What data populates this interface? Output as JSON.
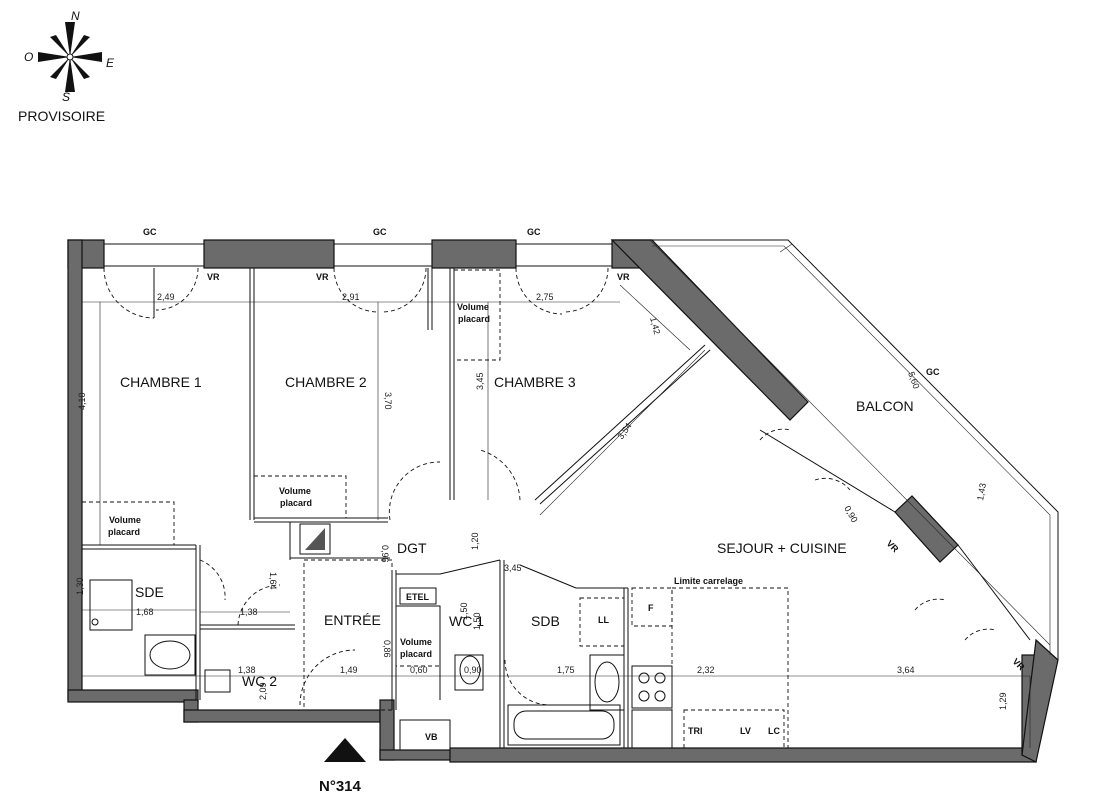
{
  "compass": {
    "n": "N",
    "o": "O",
    "e": "E",
    "s": "S"
  },
  "status": "PROVISOIRE",
  "lot_number": "N°314",
  "rooms": {
    "chambre1": "CHAMBRE 1",
    "chambre2": "CHAMBRE 2",
    "chambre3": "CHAMBRE 3",
    "balcon": "BALCON",
    "sejour": "SEJOUR + CUISINE",
    "dgt": "DGT",
    "entree": "ENTRÉE",
    "wc1": "WC 1",
    "wc2": "WC 2",
    "sdb": "SDB",
    "sde": "SDE"
  },
  "small_labels": {
    "gc": "GC",
    "vr": "VR",
    "volume": "Volume",
    "placard": "placard",
    "etel": "ETEL",
    "ll": "LL",
    "f": "F",
    "vb": "VB",
    "tri": "TRI",
    "lv": "LV",
    "lc": "LC",
    "limite": "Limite carrelage"
  },
  "dimensions": {
    "d249": "2,49",
    "d291": "2,91",
    "d275": "2,75",
    "d142": "1,42",
    "d410": "4,10",
    "d370": "3,70",
    "d345": "3,45",
    "d354": "3,54",
    "d560": "5,60",
    "d143": "1,43",
    "d090": "0,90",
    "d120": "1,20",
    "d096": "0,96",
    "d345b": "3,45",
    "d150": "1,50",
    "d168": "1,68",
    "d138": "1,38",
    "d164": "1,64",
    "d138b": "1,38",
    "d149": "1,49",
    "d060": "0,60",
    "d090b": "0,90",
    "d175": "1,75",
    "d232": "2,32",
    "d364": "3,64",
    "d129": "1,29",
    "d209": "2,09",
    "d086": "0,86",
    "d130": "1,30",
    "d150b": "1,50"
  }
}
